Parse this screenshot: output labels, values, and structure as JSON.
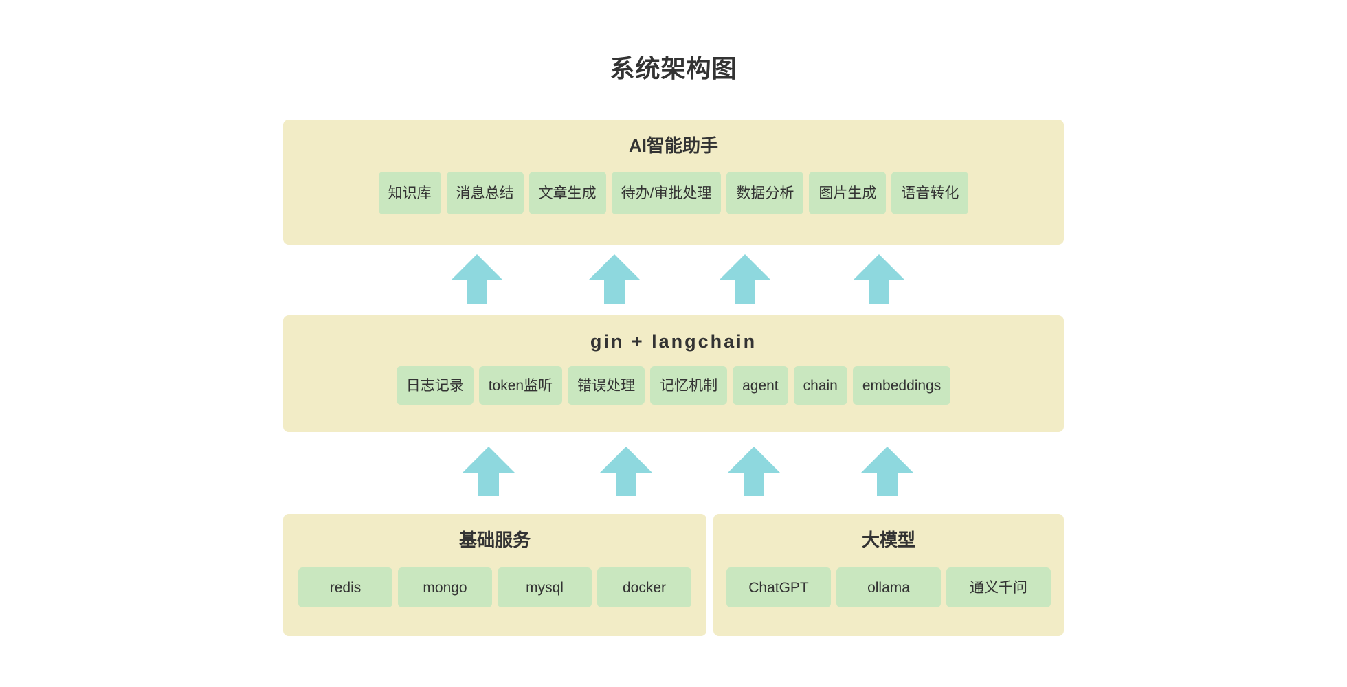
{
  "diagram": {
    "title": "系统架构图",
    "colors": {
      "panel_background": "#f2ecc6",
      "chip_background": "#c9e7bf",
      "arrow": "#8ed8de",
      "text": "#333333",
      "page_background": "#ffffff"
    }
  },
  "layers": {
    "ai_assistant": {
      "title": "AI智能助手",
      "chips": [
        {
          "label": "知识库"
        },
        {
          "label": "消息总结"
        },
        {
          "label": "文章生成"
        },
        {
          "label": "待办/审批处理"
        },
        {
          "label": "数据分析"
        },
        {
          "label": "图片生成"
        },
        {
          "label": "语音转化"
        }
      ]
    },
    "framework": {
      "title": "gin + langchain",
      "chips": [
        {
          "label": "日志记录"
        },
        {
          "label": "token监听"
        },
        {
          "label": "错误处理"
        },
        {
          "label": "记忆机制"
        },
        {
          "label": "agent"
        },
        {
          "label": "chain"
        },
        {
          "label": "embeddings"
        }
      ]
    },
    "basic_services": {
      "title": "基础服务",
      "chips": [
        {
          "label": "redis"
        },
        {
          "label": "mongo"
        },
        {
          "label": "mysql"
        },
        {
          "label": "docker"
        }
      ]
    },
    "large_models": {
      "title": "大模型",
      "chips": [
        {
          "label": "ChatGPT"
        },
        {
          "label": "ollama"
        },
        {
          "label": "通义千问"
        }
      ]
    }
  },
  "arrows": {
    "upper_row": [
      {
        "icon": "arrow-up-icon"
      },
      {
        "icon": "arrow-up-icon"
      },
      {
        "icon": "arrow-up-icon"
      },
      {
        "icon": "arrow-up-icon"
      }
    ],
    "lower_row": [
      {
        "icon": "arrow-up-icon"
      },
      {
        "icon": "arrow-up-icon"
      },
      {
        "icon": "arrow-up-icon"
      },
      {
        "icon": "arrow-up-icon"
      }
    ]
  }
}
